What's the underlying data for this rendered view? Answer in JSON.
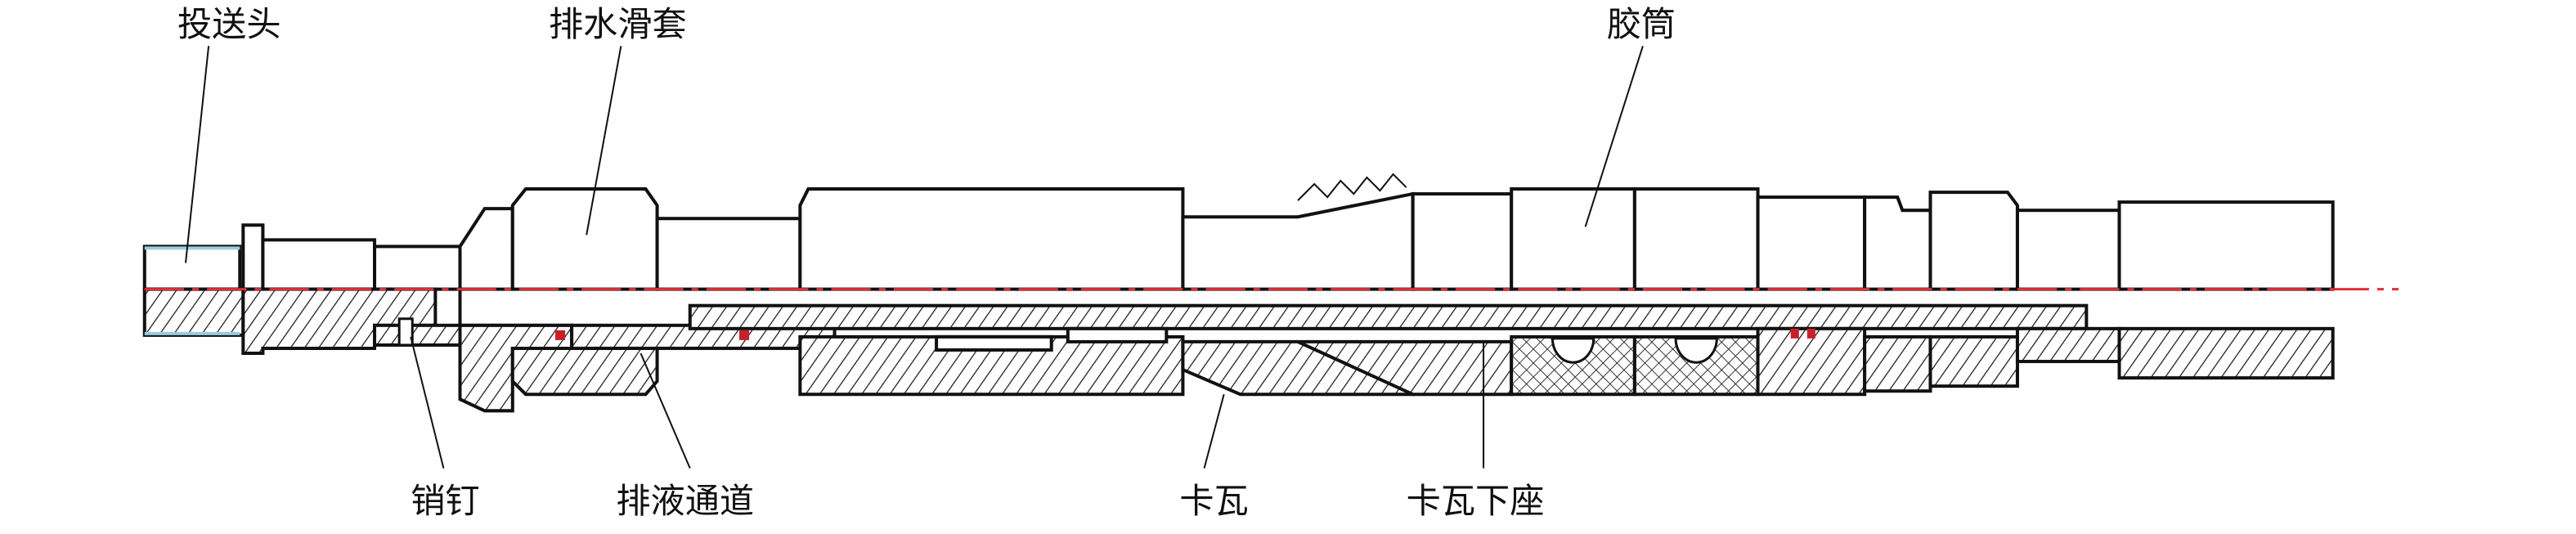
{
  "title": "可捞式桥塞结构示意图",
  "labels": {
    "running_head": "投送头",
    "drain_sliding_sleeve": "排水滑套",
    "rubber_cylinder": "胶筒",
    "pin": "销钉",
    "drain_channel": "排液通道",
    "slip": "卡瓦",
    "slip_lower_seat": "卡瓦下座"
  },
  "colors": {
    "centerline": "#e0303a",
    "seal": "#c8202a",
    "outline": "#111111",
    "pusher_edge": "#9ccbe0"
  }
}
